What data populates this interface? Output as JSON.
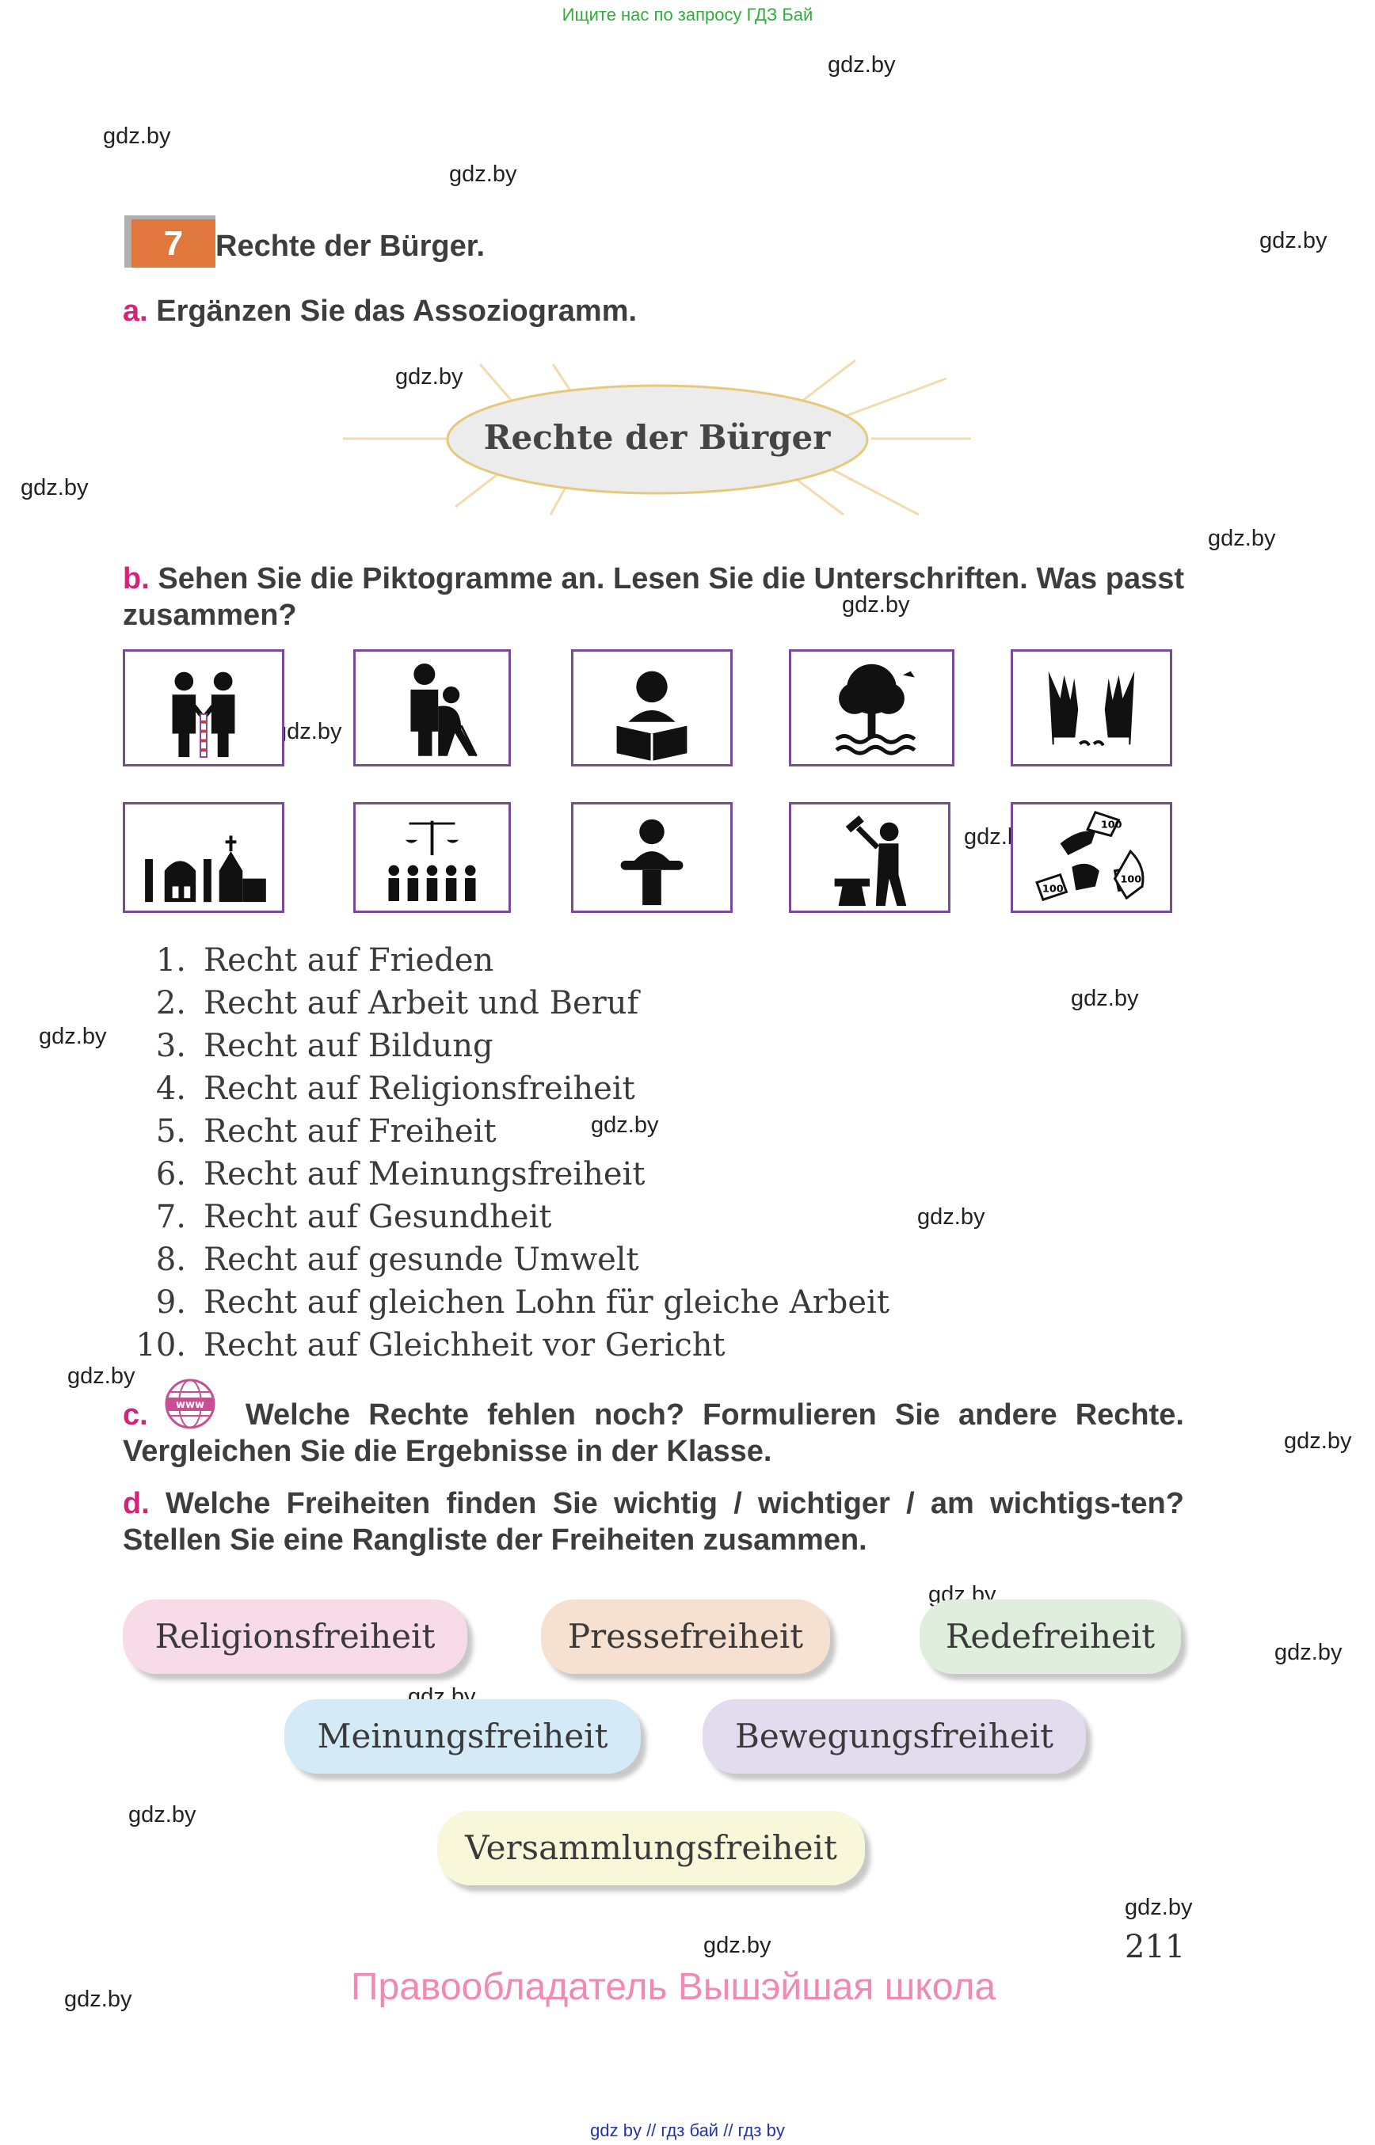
{
  "banner": {
    "text": "Ищите нас по запросу ГДЗ Бай"
  },
  "watermarks": [
    "gdz.by",
    "gdz.by",
    "gdz.by",
    "gdz.by",
    "gdz.by",
    "gdz.by",
    "gdz.by",
    "gdz.by",
    "gdz.by",
    "gdz.by",
    "gdz.by",
    "gdz.by",
    "gdz.by",
    "gdz.by",
    "gdz.by",
    "gdz.by",
    "gdz.by",
    "gdz.by",
    "gdz.by",
    "gdz.by",
    "gdz.by",
    "gdz.by",
    "gdz.by"
  ],
  "exercise": {
    "number": "7",
    "title": "Rechte der Bürger."
  },
  "task_a": {
    "letter": "a.",
    "text": "Ergänzen Sie das Assoziogramm.",
    "center_label": "Rechte der Bürger"
  },
  "task_b": {
    "letter": "b.",
    "text": "Sehen Sie die Piktogramme an. Lesen Sie die Unterschriften. Was passt zusammen?"
  },
  "pictograms": [
    {
      "icon": "handshake-icon"
    },
    {
      "icon": "caregiver-icon"
    },
    {
      "icon": "reading-icon"
    },
    {
      "icon": "nature-tree-icon"
    },
    {
      "icon": "broken-chains-icon"
    },
    {
      "icon": "religion-buildings-icon"
    },
    {
      "icon": "justice-scales-icon"
    },
    {
      "icon": "speaker-podium-icon"
    },
    {
      "icon": "blacksmith-icon"
    },
    {
      "icon": "money-hands-icon",
      "money_label": "100"
    }
  ],
  "rights": [
    {
      "n": "1.",
      "text": "Recht auf Frieden"
    },
    {
      "n": "2.",
      "text": "Recht auf Arbeit und Beruf"
    },
    {
      "n": "3.",
      "text": "Recht auf Bildung"
    },
    {
      "n": "4.",
      "text": "Recht auf Religionsfreiheit"
    },
    {
      "n": "5.",
      "text": "Recht auf Freiheit"
    },
    {
      "n": "6.",
      "text": "Recht auf Meinungsfreiheit"
    },
    {
      "n": "7.",
      "text": "Recht auf Gesundheit"
    },
    {
      "n": "8.",
      "text": "Recht auf gesunde Umwelt"
    },
    {
      "n": "9.",
      "text": "Recht auf gleichen Lohn für gleiche Arbeit"
    },
    {
      "n": "10.",
      "text": "Recht auf Gleichheit vor Gericht"
    }
  ],
  "task_c": {
    "letter": "c.",
    "icon": "www-icon",
    "icon_label": "www",
    "text": "Welche Rechte fehlen noch? Formulieren Sie andere Rechte. Vergleichen Sie die Ergebnisse in der Klasse."
  },
  "task_d": {
    "letter": "d.",
    "text": "Welche Freiheiten finden Sie wichtig / wichtiger / am wichtigs-ten? Stellen Sie eine Rangliste der Freiheiten zusammen."
  },
  "freedoms": [
    {
      "label": "Religionsfreiheit",
      "color": "#f7dbe6"
    },
    {
      "label": "Pressefreiheit",
      "color": "#f6e0d0"
    },
    {
      "label": "Redefreiheit",
      "color": "#e0eedd"
    },
    {
      "label": "Meinungsfreiheit",
      "color": "#d4eaf7"
    },
    {
      "label": "Bewegungsfreiheit",
      "color": "#e2dcee"
    },
    {
      "label": "Versammlungsfreiheit",
      "color": "#f9f7d9"
    }
  ],
  "page_number": "211",
  "copyright": "Правообладатель Вышэйшая школа",
  "bottom_links": "gdz by  //  гдз бай  //  гдз by",
  "colors": {
    "accent_pink": "#d6237a",
    "number_orange": "#e0773d",
    "picto_border": "#7a4a9a"
  }
}
